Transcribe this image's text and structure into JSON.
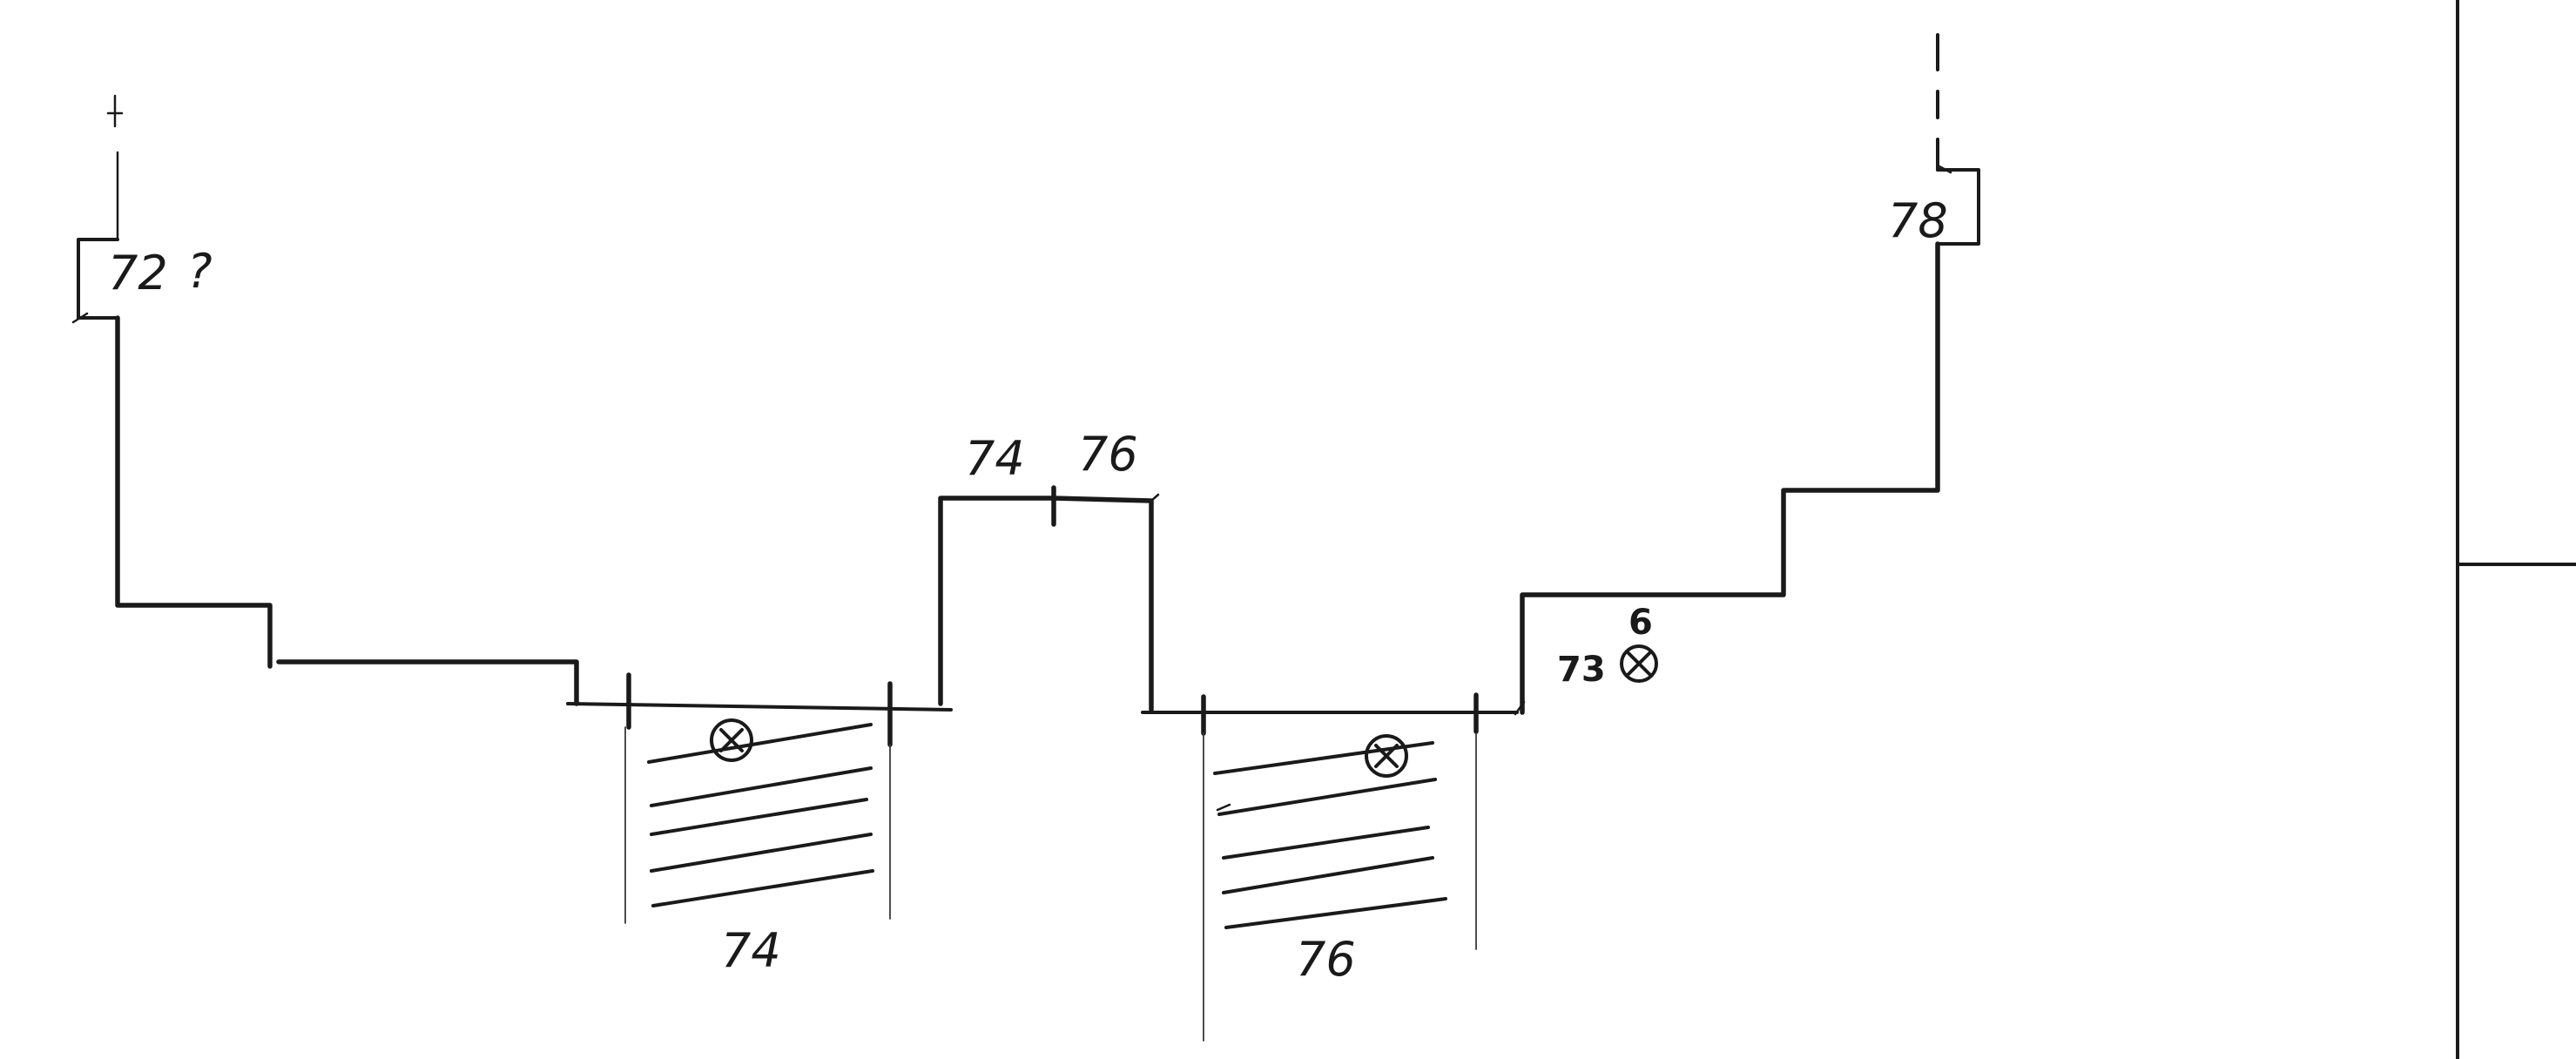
{
  "labels": {
    "top_left": "72",
    "top_left_mark": "?",
    "top_right": "78",
    "center_left": "74",
    "center_right": "76",
    "block_left": "74",
    "block_right": "76",
    "side_ref": "73",
    "side_num": "6"
  },
  "symbols": {
    "circle_x": "⊗"
  },
  "colors": {
    "ink": "#1a1a1a",
    "paper": "#ffffff"
  }
}
